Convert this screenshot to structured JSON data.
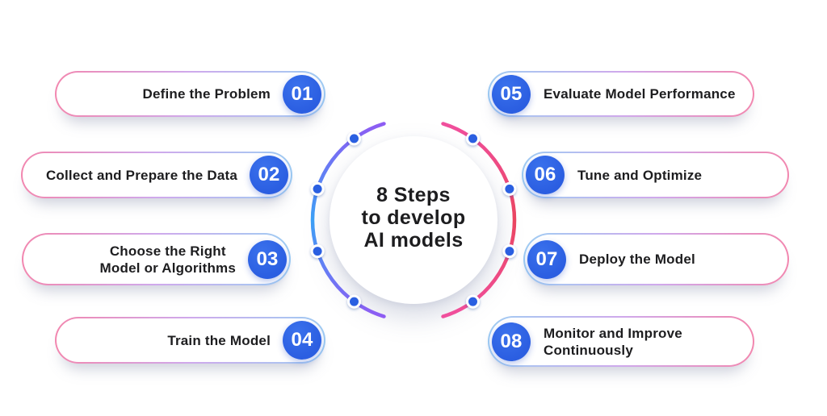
{
  "title": {
    "lines": [
      "8 Steps",
      "to develop",
      "AI models"
    ]
  },
  "steps": [
    {
      "number": "01",
      "lines": [
        "Define the Problem"
      ]
    },
    {
      "number": "02",
      "lines": [
        "Collect and Prepare the Data"
      ]
    },
    {
      "number": "03",
      "lines": [
        "Choose the Right",
        "Model or Algorithms"
      ]
    },
    {
      "number": "04",
      "lines": [
        "Train the Model"
      ]
    },
    {
      "number": "05",
      "lines": [
        "Evaluate Model Performance"
      ]
    },
    {
      "number": "06",
      "lines": [
        "Tune and Optimize"
      ]
    },
    {
      "number": "07",
      "lines": [
        "Deploy the Model"
      ]
    },
    {
      "number": "08",
      "lines": [
        "Monitor and Improve",
        "Continuously"
      ]
    }
  ],
  "colors": {
    "badge-blue": "#2B5EE1",
    "dot-blue": "#2B5EE1",
    "border-pink": "#F287AF",
    "border-lavender": "#CFA9EC",
    "border-blue": "#9FCDF3",
    "arc-left-end": "#8E5CF3",
    "arc-left-mid": "#3B9FF5",
    "arc-right-end": "#F04F9D",
    "arc-right-mid": "#EA4560",
    "text-dark": "#1D1D1F"
  }
}
